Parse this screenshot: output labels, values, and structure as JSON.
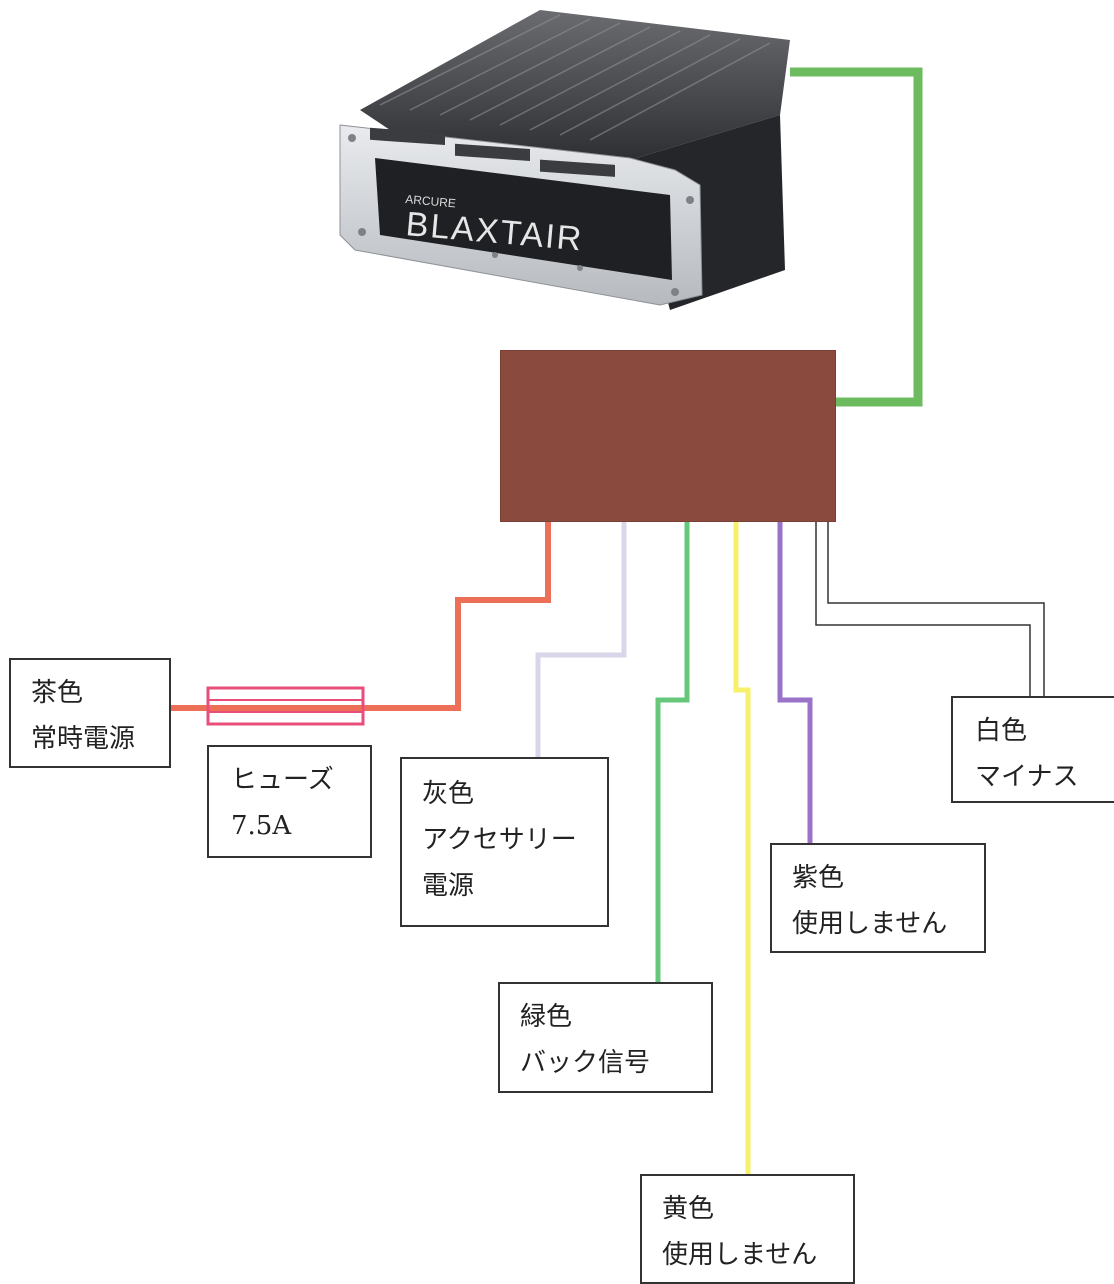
{
  "colors": {
    "green_link": "#6dbb5f",
    "brown": "#ee6f57",
    "gray": "#d9d5ea",
    "green": "#64c77a",
    "yellow": "#f7f06a",
    "purple": "#9a72c8",
    "white_wire": "#333333",
    "fuse": "#e94e7a",
    "junction_box": "#8b4a3e"
  },
  "device": {
    "brand_top": "ARCURE",
    "brand_main": "BLAXTAIR"
  },
  "labels": {
    "brown": {
      "line1": "茶色",
      "line2": "常時電源"
    },
    "fuse": {
      "line1": "ヒューズ",
      "line2": "7.5A"
    },
    "gray": {
      "line1": "灰色",
      "line2": "アクセサリー",
      "line3": "電源"
    },
    "green": {
      "line1": "緑色",
      "line2": "バック信号"
    },
    "yellow": {
      "line1": "黄色",
      "line2": "使用しません"
    },
    "purple": {
      "line1": "紫色",
      "line2": "使用しません"
    },
    "white": {
      "line1": "白色",
      "line2": "マイナス"
    }
  }
}
